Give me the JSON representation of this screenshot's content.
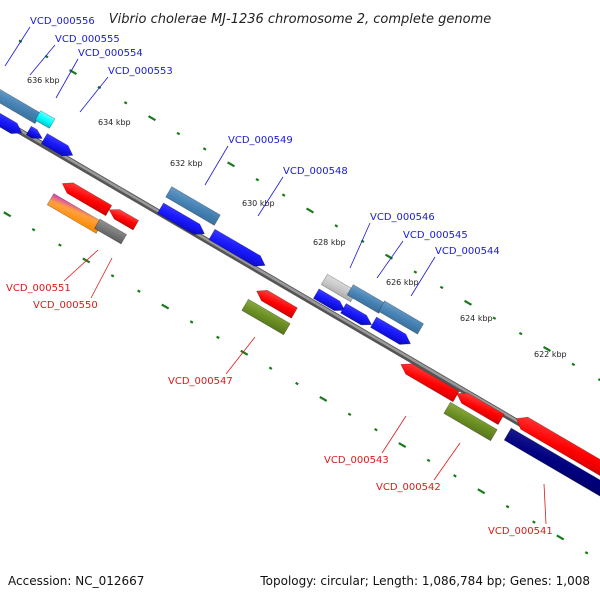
{
  "title": "Vibrio cholerae MJ-1236 chromosome 2, complete genome",
  "footer": {
    "accession": "Accession: NC_012667",
    "topology": "Topology: circular; Length: 1,086,784 bp; Genes: 1,008"
  },
  "colors": {
    "forward_label": "#1a1adc",
    "reverse_label": "#dc1a1a",
    "backbone": "#777777",
    "tick": "#1a7a1a"
  },
  "scale_marks": [
    "636 kbp",
    "634 kbp",
    "632 kbp",
    "630 kbp",
    "628 kbp",
    "626 kbp",
    "624 kbp",
    "622 kbp"
  ],
  "forward_genes": [
    "VCD_000556",
    "VCD_000555",
    "VCD_000554",
    "VCD_000553",
    "VCD_000549",
    "VCD_000548",
    "VCD_000546",
    "VCD_000545",
    "VCD_000544"
  ],
  "reverse_genes": [
    "VCD_000551",
    "VCD_000550",
    "VCD_000547",
    "VCD_000543",
    "VCD_000542",
    "VCD_000541"
  ]
}
